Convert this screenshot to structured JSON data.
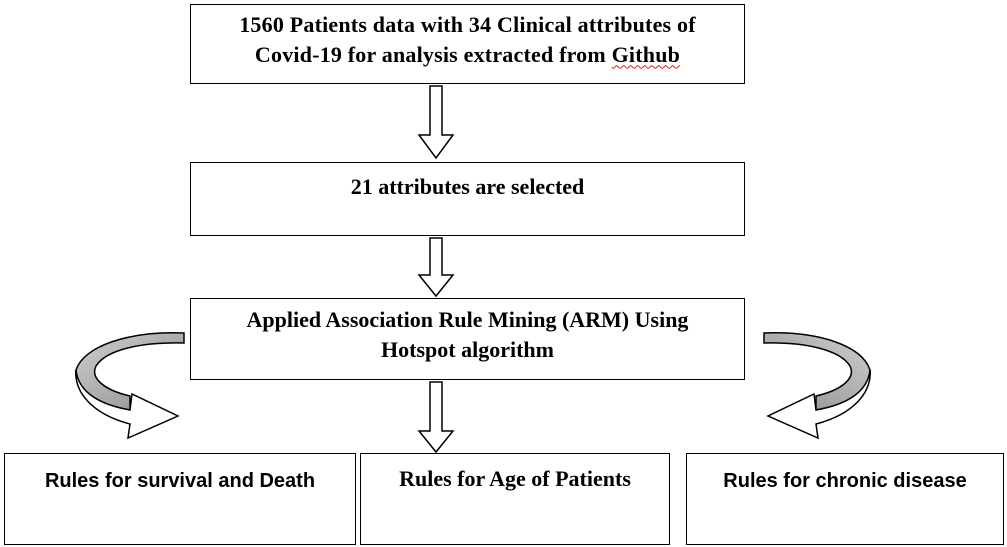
{
  "nodes": {
    "source": {
      "line1": "1560 Patients data with 34 Clinical attributes of",
      "line2_prefix": "Covid-19 for analysis extracted from ",
      "line2_underlined": "Github"
    },
    "select": {
      "text": "21 attributes are selected"
    },
    "arm": {
      "line1": "Applied Association Rule Mining (ARM) Using",
      "line2": "Hotspot algorithm"
    },
    "survival": {
      "text": "Rules for survival and Death"
    },
    "age": {
      "text": "Rules for Age of Patients"
    },
    "chronic": {
      "text": "Rules for chronic disease"
    }
  },
  "colors": {
    "stroke": "#000000",
    "box_fill": "#ffffff",
    "curved_arrow_shade": "#a6a6a6",
    "spellcheck_underline": "#d02020"
  }
}
